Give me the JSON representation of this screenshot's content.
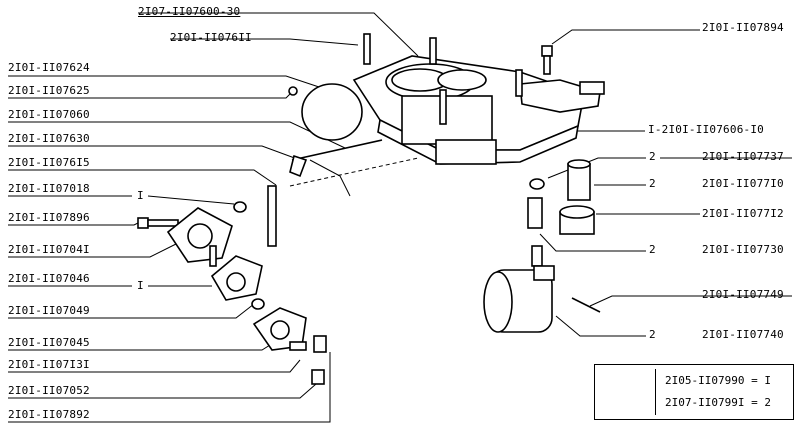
{
  "top_label": "2I07-II07600-30",
  "left_labels": [
    {
      "text": "2I0I-II076II"
    },
    {
      "text": "2I0I-II07624"
    },
    {
      "text": "2I0I-II07625"
    },
    {
      "text": "2I0I-II07060"
    },
    {
      "text": "2I0I-II07630"
    },
    {
      "text": "2I0I-II076I5"
    },
    {
      "text": "2I0I-II07018",
      "qty": "I"
    },
    {
      "text": "2I0I-II07896"
    },
    {
      "text": "2I0I-II0704I"
    },
    {
      "text": "2I0I-II07046",
      "qty": "I"
    },
    {
      "text": "2I0I-II07049"
    },
    {
      "text": "2I0I-II07045"
    },
    {
      "text": "2I0I-II07I3I"
    },
    {
      "text": "2I0I-II07052"
    },
    {
      "text": "2I0I-II07892"
    }
  ],
  "right_labels": [
    {
      "text": "2I0I-II07894"
    },
    {
      "text": "I-2I0I-II07606-I0"
    },
    {
      "text": "2I0I-II07737",
      "qty": "2"
    },
    {
      "text": "2I0I-II077I0",
      "qty": "2"
    },
    {
      "text": "2I0I-II077I2"
    },
    {
      "text": "2I0I-II07730",
      "qty": "2"
    },
    {
      "text": "2I0I-II07749"
    },
    {
      "text": "2I0I-II07740",
      "qty": "2"
    }
  ],
  "kit": {
    "line1": "2I05-II07990 = I",
    "line2": "2I07-II0799I = 2"
  }
}
